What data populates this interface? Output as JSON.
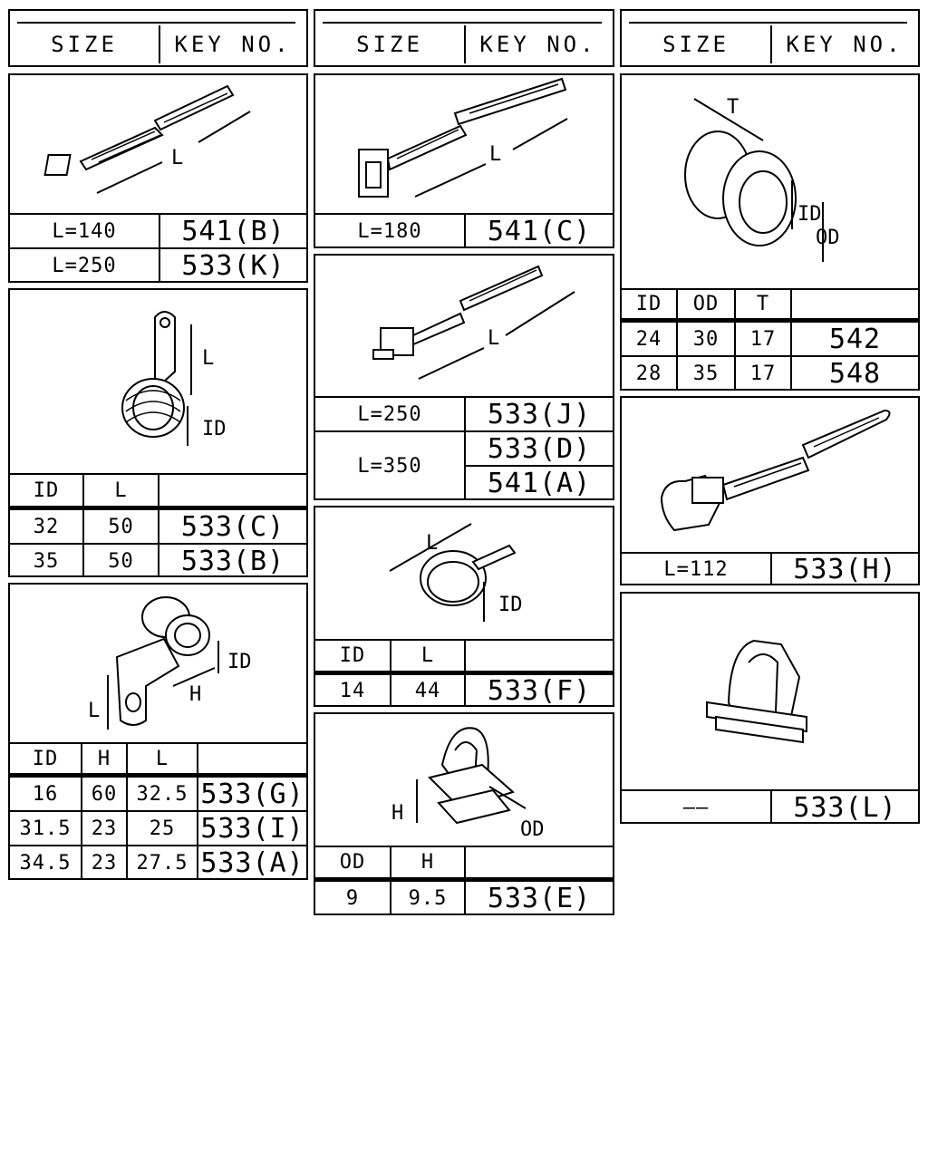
{
  "headers": [
    {
      "size_label": "SIZE",
      "key_label": "KEY NO."
    },
    {
      "size_label": "SIZE",
      "key_label": "KEY NO."
    },
    {
      "size_label": "SIZE",
      "key_label": "KEY NO."
    }
  ],
  "parts": {
    "tie_541b": {
      "dim_label": "L",
      "rows": [
        {
          "size": "L=140",
          "key": "541(B)"
        },
        {
          "size": "L=250",
          "key": "533(K)"
        }
      ]
    },
    "clip_ring": {
      "dim_labels": {
        "length": "L",
        "inner": "ID"
      },
      "columns": [
        "ID",
        "L",
        ""
      ],
      "rows": [
        {
          "id": "32",
          "l": "50",
          "key": "533(C)"
        },
        {
          "id": "35",
          "l": "50",
          "key": "533(B)"
        }
      ]
    },
    "clip_double": {
      "dim_labels": {
        "inner": "ID",
        "height": "H",
        "length": "L"
      },
      "columns": [
        "ID",
        "H",
        "L",
        ""
      ],
      "rows": [
        {
          "id": "16",
          "h": "60",
          "l": "32.5",
          "key": "533(G)"
        },
        {
          "id": "31.5",
          "h": "23",
          "l": "25",
          "key": "533(I)"
        },
        {
          "id": "34.5",
          "h": "23",
          "l": "27.5",
          "key": "533(A)"
        }
      ]
    },
    "tie_541c": {
      "dim_label": "L",
      "rows": [
        {
          "size": "L=180",
          "key": "541(C)"
        }
      ]
    },
    "tie_long": {
      "dim_label": "L",
      "rows": [
        {
          "size": "L=250",
          "key": "533(J)"
        },
        {
          "size": "L=350",
          "key": "533(D)"
        },
        {
          "size": "",
          "key": "541(A)"
        }
      ]
    },
    "band_clip": {
      "dim_labels": {
        "length": "L",
        "inner": "ID"
      },
      "columns": [
        "ID",
        "L",
        ""
      ],
      "rows": [
        {
          "id": "14",
          "l": "44",
          "key": "533(F)"
        }
      ]
    },
    "push_clip": {
      "dim_labels": {
        "height": "H",
        "outer": "OD"
      },
      "columns": [
        "OD",
        "H",
        ""
      ],
      "rows": [
        {
          "od": "9",
          "h": "9.5",
          "key": "533(E)"
        }
      ]
    },
    "grommet": {
      "dim_labels": {
        "thickness": "T",
        "inner": "ID",
        "outer": "OD"
      },
      "columns": [
        "ID",
        "OD",
        "T",
        ""
      ],
      "rows": [
        {
          "id": "24",
          "od": "30",
          "t": "17",
          "key": "542"
        },
        {
          "id": "28",
          "od": "35",
          "t": "17",
          "key": "548"
        }
      ]
    },
    "tie_mount": {
      "rows": [
        {
          "size": "L=112",
          "key": "533(H)"
        }
      ]
    },
    "edge_clip": {
      "rows": [
        {
          "size": "——",
          "key": "533(L)"
        }
      ]
    }
  }
}
